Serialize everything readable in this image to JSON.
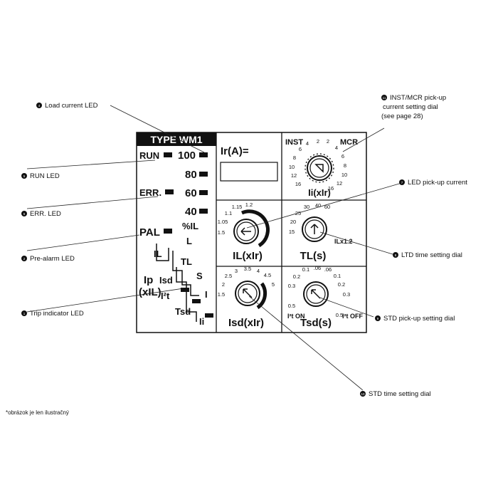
{
  "header": {
    "type_label": "TYPE WM1"
  },
  "leds": {
    "run": "RUN",
    "err": "ERR.",
    "pal": "PAL",
    "load": [
      "100",
      "80",
      "60",
      "40"
    ],
    "percent_il": "%IL"
  },
  "trip_curve": {
    "il": "IL",
    "l": "L",
    "tl": "TL",
    "ip": "Ip",
    "xil": "(xIL)",
    "isd": "Isd",
    "s": "S",
    "i2t": "I²t",
    "tsd": "Tsd",
    "i": "I",
    "ii": "Ii"
  },
  "display": {
    "label": "Ir(A)="
  },
  "dials": {
    "inst": {
      "title": "Ii(xIr)",
      "left_label": "INST",
      "right_label": "MCR",
      "scale": [
        "4",
        "2",
        "2",
        "4",
        "6",
        "8",
        "10",
        "12",
        "16",
        "16",
        "12",
        "10",
        "8",
        "6"
      ]
    },
    "il": {
      "title": "IL(xIr)",
      "scale": [
        "1.5",
        "1.05",
        "1.1",
        "1.15",
        "1.2"
      ]
    },
    "tl": {
      "title": "TL(s)",
      "sub": "ILx1.2",
      "scale": [
        "15",
        "20",
        "25",
        "30",
        "40",
        "60"
      ]
    },
    "isd": {
      "title": "Isd(xIr)",
      "scale": [
        "1.5",
        "2",
        "2.5",
        "3",
        "3.5",
        "4",
        "4.5",
        "5"
      ]
    },
    "tsd": {
      "title": "Tsd(s)",
      "on_label": "I²t ON",
      "off_label": "I²t OFF",
      "scale": [
        "0.5",
        "0.3",
        "0.2",
        "0.1",
        ".06",
        ".06",
        "0.1",
        "0.2",
        "0.3",
        "0.5"
      ]
    }
  },
  "callouts": [
    {
      "num": "4",
      "text": "Load current LED"
    },
    {
      "num": "11",
      "text": "INST/MCR pick-up current setting dial (see page 28)"
    },
    {
      "num": "5",
      "text": "RUN LED"
    },
    {
      "num": "7",
      "text": "LED pick-up current"
    },
    {
      "num": "6",
      "text": "ERR. LED"
    },
    {
      "num": "2",
      "text": "Pre-alarm LED"
    },
    {
      "num": "8",
      "text": "LTD time setting dial"
    },
    {
      "num": "1",
      "text": "Trip indicator LED"
    },
    {
      "num": "9",
      "text": "STD pick-up setting dial"
    },
    {
      "num": "10",
      "text": "STD time setting dial"
    }
  ],
  "callout_lines": {
    "c11": [
      "INST/MCR pick-up",
      "current setting dial",
      "(see page 28)"
    ]
  },
  "footnote": "*obrázok je len ilustračný"
}
